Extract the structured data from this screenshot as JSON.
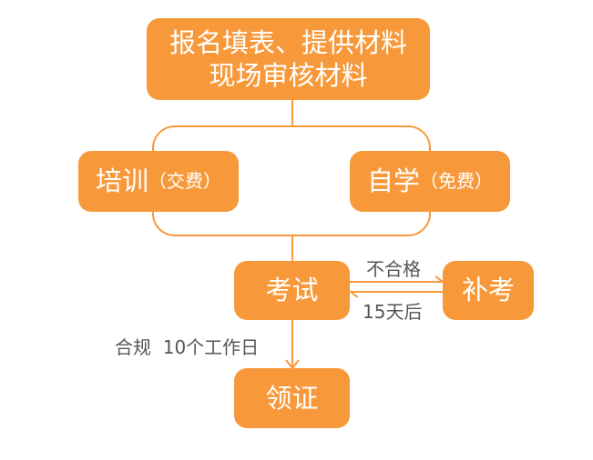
{
  "colors": {
    "box_fill": "#F7993A",
    "connector": "#F7993A",
    "box_text": "#FFFFFF",
    "label_text": "#555555"
  },
  "nodes": {
    "register": {
      "line1": "报名填表、提供材料",
      "line2": "现场审核材料"
    },
    "training": {
      "main": "培训",
      "note": "（交费）"
    },
    "self_study": {
      "main": "自学",
      "note": "（免费）"
    },
    "exam": {
      "main": "考试"
    },
    "makeup": {
      "main": "补考"
    },
    "certificate": {
      "main": "领证"
    }
  },
  "edges": {
    "exam_to_makeup": "不合格",
    "makeup_to_exam": "15天后",
    "exam_to_certificate": "合规  10个工作日"
  }
}
